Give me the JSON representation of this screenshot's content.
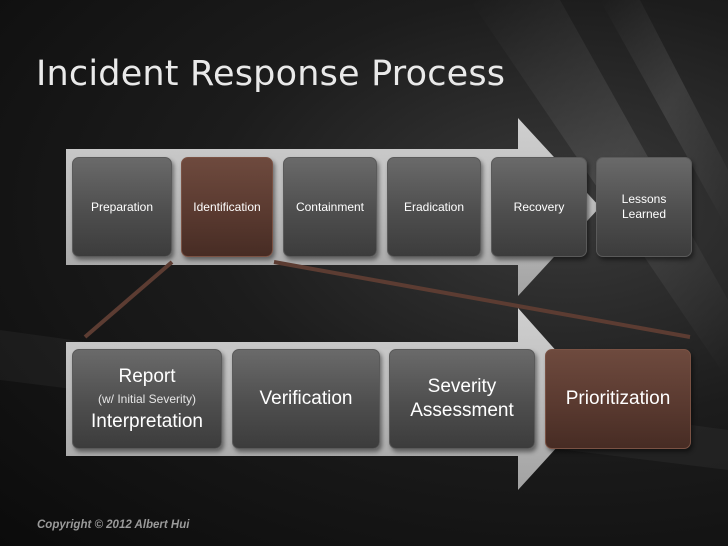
{
  "title": "Incident Response Process",
  "top_steps": [
    {
      "label": "Preparation",
      "active": false
    },
    {
      "label": "Identification",
      "active": true
    },
    {
      "label": "Containment",
      "active": false
    },
    {
      "label": "Eradication",
      "active": false
    },
    {
      "label": "Recovery",
      "active": false
    },
    {
      "label": "Lessons Learned",
      "active": false
    }
  ],
  "bottom_steps": [
    {
      "line1": "Report",
      "line2": "(w/ Initial Severity)",
      "line3": "Interpretation",
      "active": false
    },
    {
      "label": "Verification",
      "active": false
    },
    {
      "label": "Severity Assessment",
      "active": false
    },
    {
      "label": "Prioritization",
      "active": true
    }
  ],
  "copyright": "Copyright © 2012 Albert Hui",
  "colors": {
    "active": "#5a3a30",
    "inactive": "#4e4e4e",
    "arrow": "#c9c9c9",
    "connector": "#5c3c32"
  }
}
